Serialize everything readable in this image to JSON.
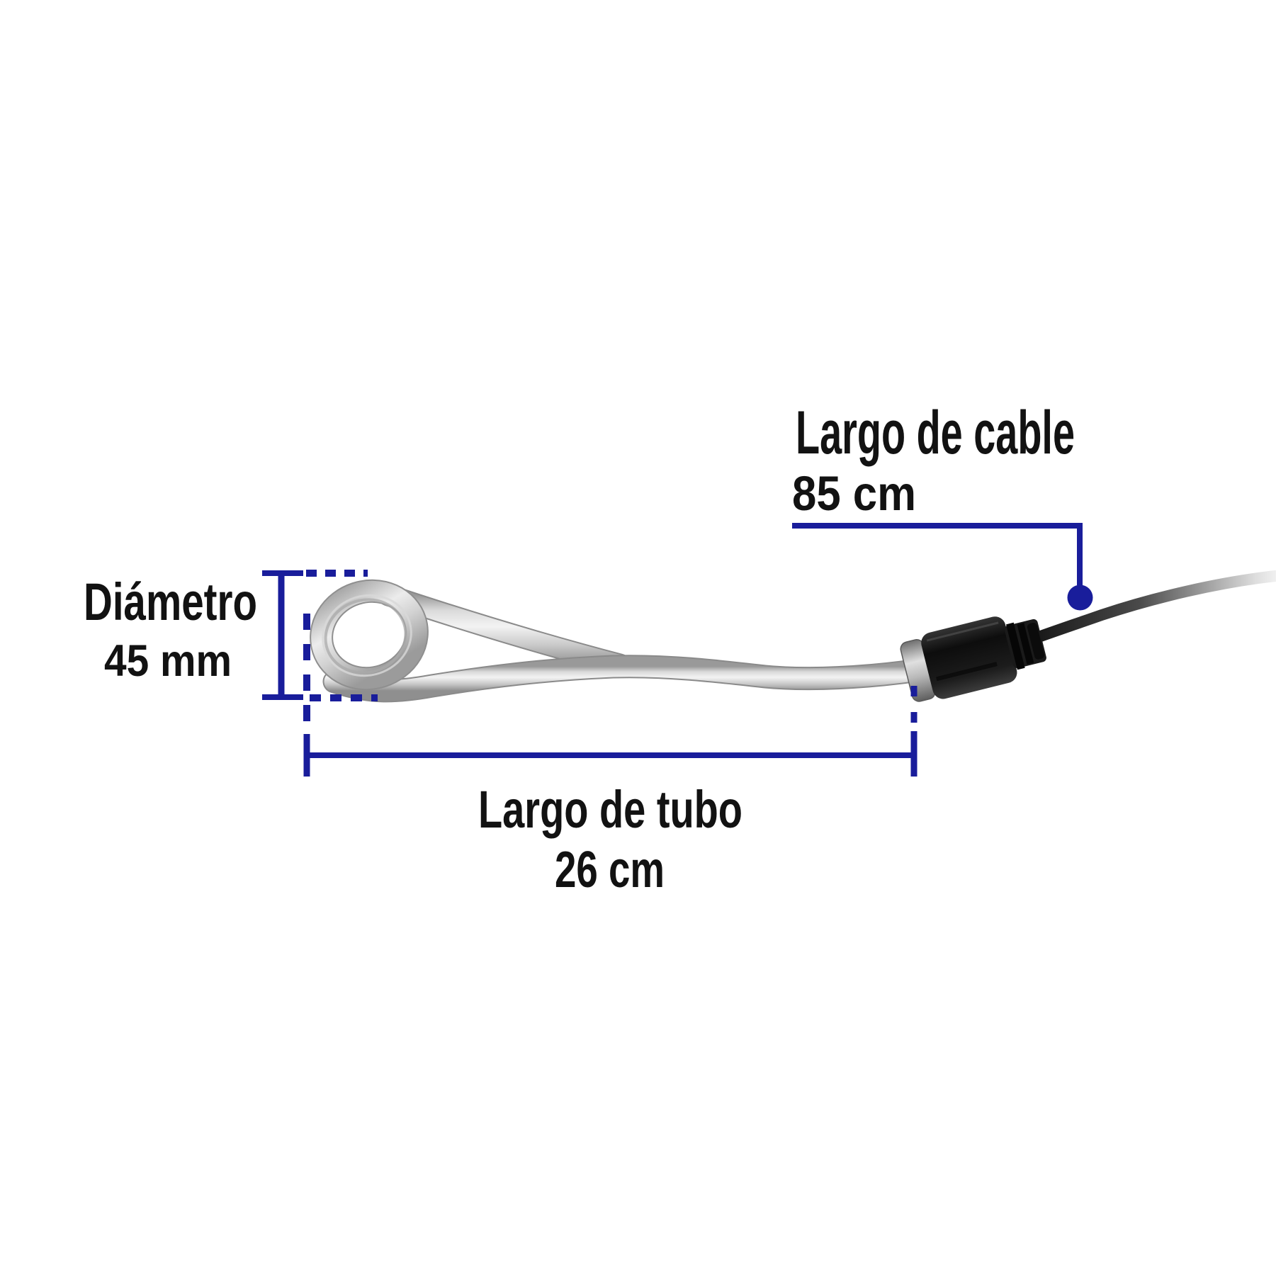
{
  "diagram": {
    "dimensions": {
      "cable": {
        "label": "Largo de cable",
        "value": "85 cm"
      },
      "diameter": {
        "label": "Diámetro",
        "value": "45 mm"
      },
      "tube": {
        "label": "Largo de tubo",
        "value": "26 cm"
      }
    },
    "colors": {
      "dimension_line": "#191d9b",
      "label_text": "#121212",
      "background": "#ffffff",
      "tube_silver": "#d9d9d9",
      "plug_black": "#111111"
    }
  }
}
